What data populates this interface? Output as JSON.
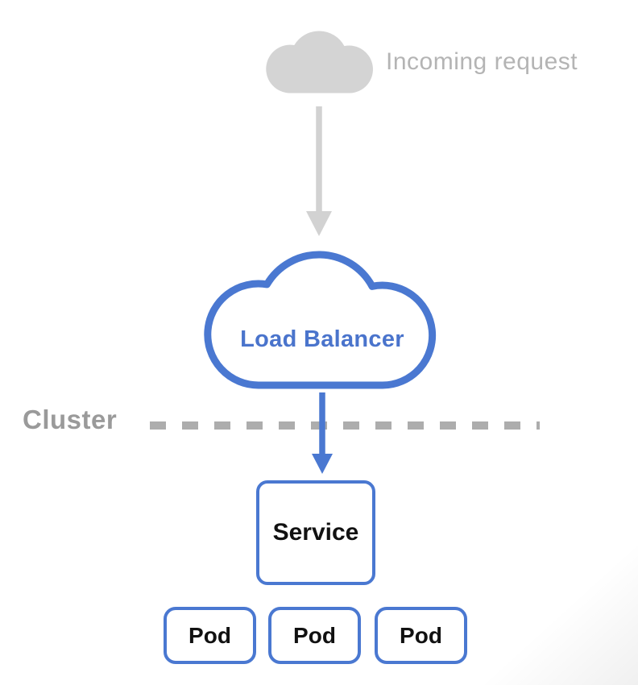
{
  "diagram": {
    "incoming_request_label": "Incoming request",
    "load_balancer_label": "Load Balancer",
    "cluster_label": "Cluster",
    "service_label": "Service",
    "pods": [
      {
        "label": "Pod"
      },
      {
        "label": "Pod"
      },
      {
        "label": "Pod"
      }
    ]
  },
  "icons": {
    "incoming_cloud": "cloud-icon",
    "load_balancer_cloud": "cloud-outline-icon",
    "request_flow_arrow_top": "arrow-down-icon",
    "request_flow_arrow_bottom": "arrow-down-icon",
    "cluster_boundary": "dashed-line"
  },
  "colors": {
    "accent_blue": "#4a78d1",
    "load_balancer_text_blue": "#4a74cc",
    "cloud_gray": "#d4d4d4",
    "arrow_gray": "#d2d2d2",
    "incoming_text_gray": "#b4b4b4",
    "cluster_text_gray": "#9a9a9a",
    "dash_gray": "#adadad",
    "node_text": "#111111",
    "background": "#ffffff"
  }
}
